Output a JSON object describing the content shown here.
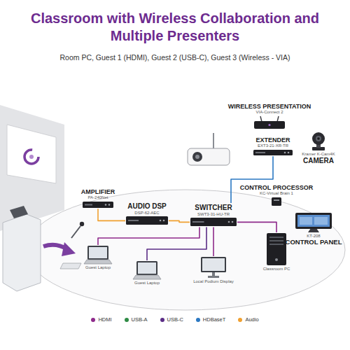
{
  "diagram": {
    "title": "Classroom with Wireless Collaboration and Multiple Presenters",
    "nodes": [
      {
        "text": [
          "WIRELESS PRESENTATION",
          "VIA-Connect 2"
        ]
      },
      {
        "text": [
          "EXTENDER",
          "EXT3-21-XR-TR"
        ]
      },
      {
        "text": [
          "Kramer K-Cam4K",
          "CAMERA"
        ]
      },
      {
        "text": [
          "CONTROL PROCESSOR",
          "KC-Virtual Brain 1"
        ]
      },
      {
        "text": [
          "AMPLIFIER",
          "PA-240Net"
        ]
      },
      {
        "text": [
          "AUDIO DSP",
          "DSP-62-AEC"
        ]
      },
      {
        "text": [
          "SWITCHER",
          "SWT3-31-HU-TR"
        ]
      },
      {
        "text": [
          "KT-208",
          "CONTROL PANEL"
        ]
      },
      {
        "text": [
          "Guest Laptop"
        ]
      },
      {
        "text": [
          "Guest Laptop"
        ]
      },
      {
        "text": [
          "Local Podium Display"
        ]
      },
      {
        "text": [
          "Classroom PC"
        ]
      }
    ],
    "edges": [
      {
        "from": 6,
        "to": 8,
        "arrow": "none"
      },
      {
        "from": 6,
        "to": 9,
        "arrow": "none"
      },
      {
        "from": 6,
        "to": 10,
        "arrow": "none"
      },
      {
        "from": 6,
        "to": 11,
        "arrow": "none"
      },
      {
        "from": 6,
        "to": 5,
        "arrow": "none"
      },
      {
        "from": 5,
        "to": 4,
        "arrow": "none"
      },
      {
        "from": 6,
        "to": 1,
        "arrow": "none"
      }
    ],
    "labels": [
      "Room PC, Guest 1 (HDMI), Guest 2 (USB-C), Guest 3 (Wireless - VIA)"
    ],
    "legend": [
      {
        "text": "HDMI",
        "color": "#8e2a8b"
      },
      {
        "text": "USB-A",
        "color": "#2e8b45"
      },
      {
        "text": "USB-C",
        "color": "#5b2d86"
      },
      {
        "text": "HDBaseT",
        "color": "#2b78c2"
      },
      {
        "text": "Audio",
        "color": "#f0a030"
      }
    ]
  }
}
